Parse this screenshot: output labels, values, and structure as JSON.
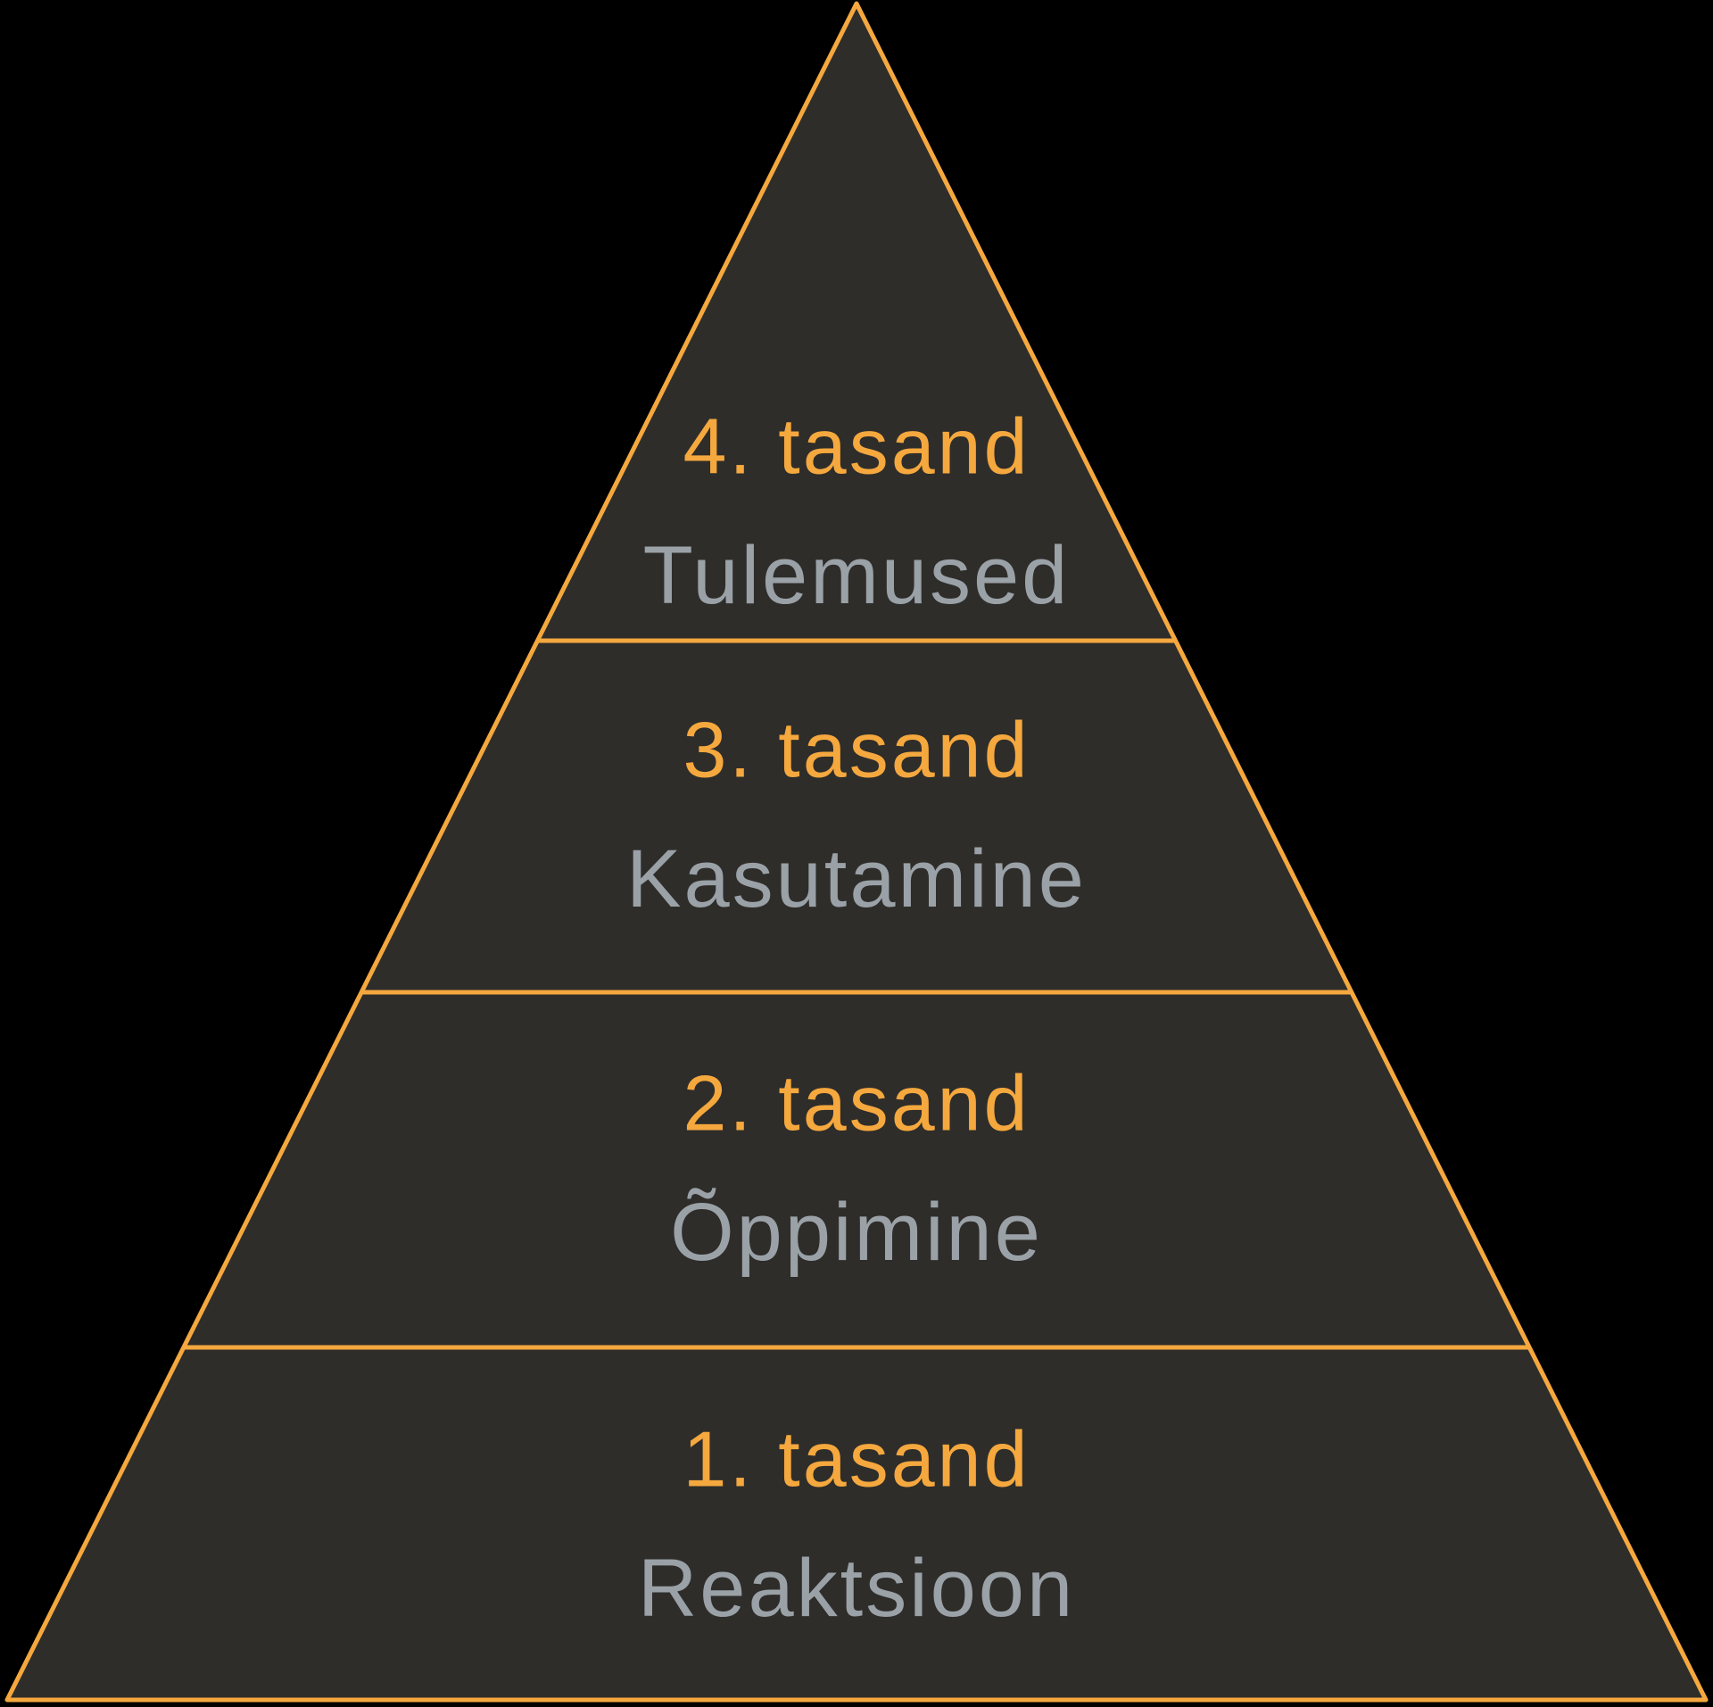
{
  "colors": {
    "background": "#000000",
    "pyramid_fill": "#2E2D2A",
    "pyramid_outline": "#F5A83E",
    "title_text": "#F5A83E",
    "subtitle_text": "#9AA1A7"
  },
  "pyramid": {
    "levels": [
      {
        "title": "4. tasand",
        "subtitle": "Tulemused"
      },
      {
        "title": "3. tasand",
        "subtitle": "Kasutamine"
      },
      {
        "title": "2. tasand",
        "subtitle": "Õppimine"
      },
      {
        "title": "1. tasand",
        "subtitle": "Reaktsioon"
      }
    ]
  }
}
